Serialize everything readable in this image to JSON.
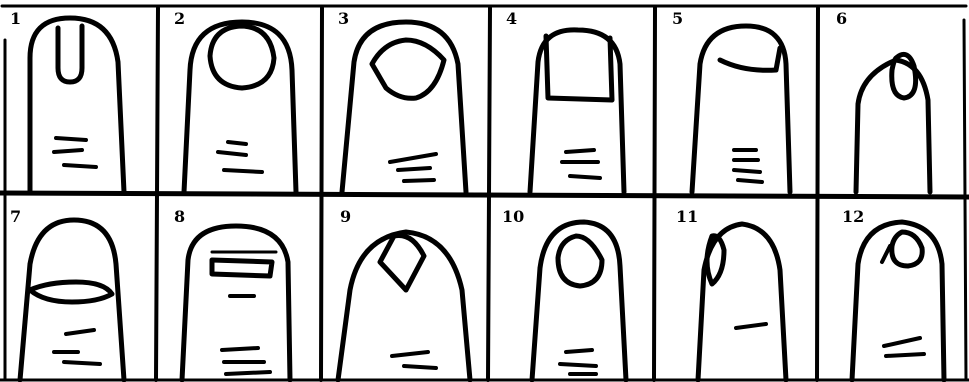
{
  "panels": [
    {
      "label": "1"
    },
    {
      "label": "2"
    },
    {
      "label": "3"
    },
    {
      "label": "4"
    },
    {
      "label": "5"
    },
    {
      "label": "6"
    },
    {
      "label": "7"
    },
    {
      "label": "8"
    },
    {
      "label": "9"
    },
    {
      "label": "10"
    },
    {
      "label": "11"
    },
    {
      "label": "12"
    }
  ],
  "colors": {
    "ink": "#000000",
    "paper": "#ffffff"
  }
}
